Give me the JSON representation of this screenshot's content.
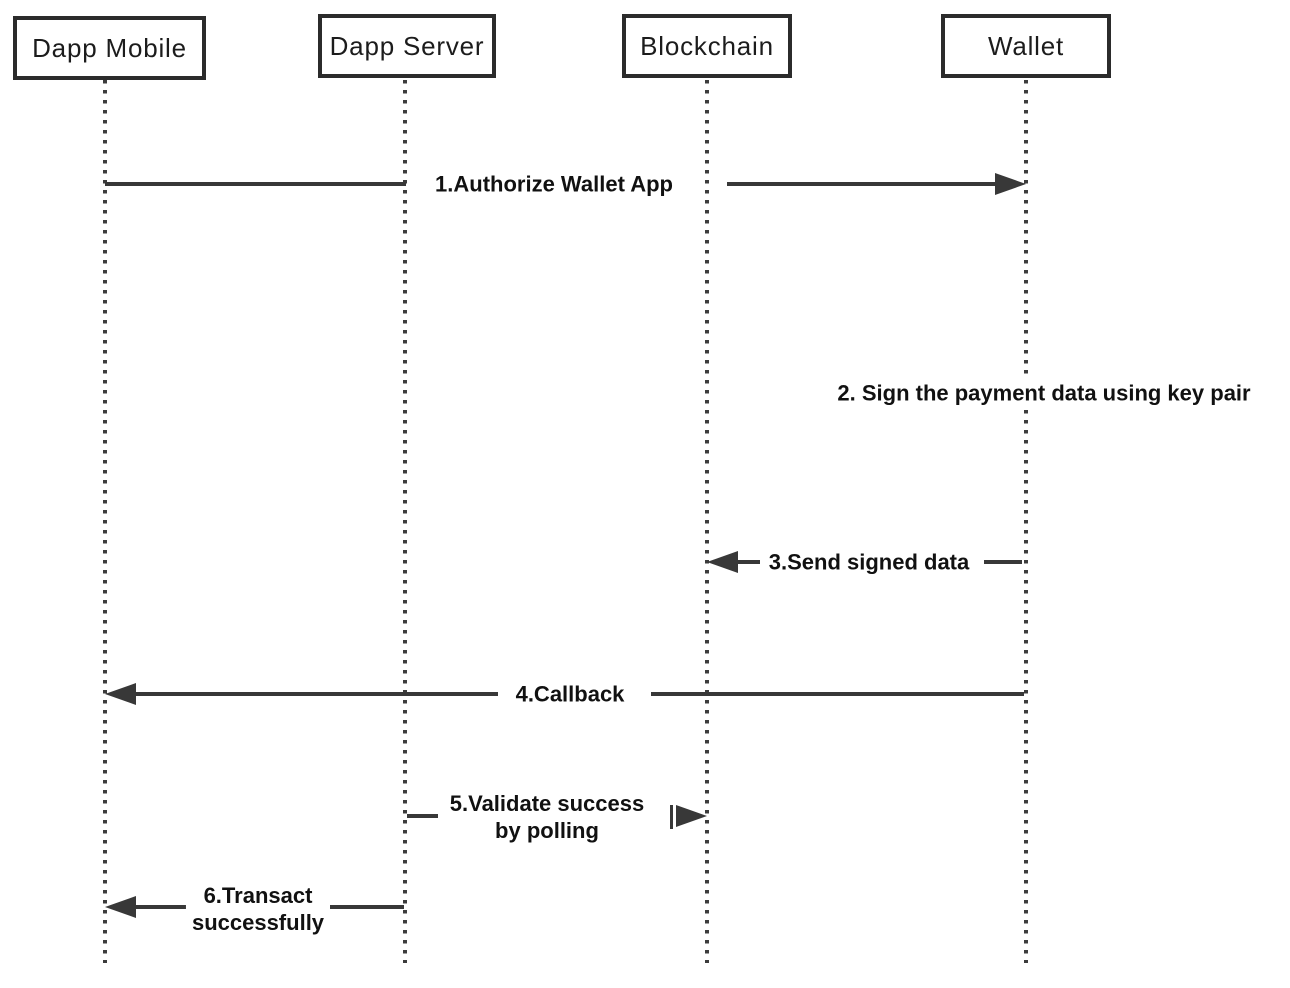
{
  "diagram": {
    "kind": "uml-sequence-diagram",
    "background": "#ffffff"
  },
  "colors": {
    "line": "#383838",
    "border": "#2b2b2b",
    "text": "#111111",
    "background": "#ffffff"
  },
  "actors": [
    {
      "label": "Dapp Mobile"
    },
    {
      "label": "Dapp Server"
    },
    {
      "label": "Blockchain"
    },
    {
      "label": "Wallet"
    }
  ],
  "messages": [
    {
      "label": "1.Authorize Wallet App",
      "from": "Dapp Mobile",
      "to": "Wallet",
      "arrow": "right"
    },
    {
      "label": "2. Sign the payment data using key pair",
      "from": "Wallet",
      "to": "Wallet",
      "arrow": "none"
    },
    {
      "label": "3.Send signed data",
      "from": "Wallet",
      "to": "Blockchain",
      "arrow": "left"
    },
    {
      "label": "4.Callback",
      "from": "Wallet",
      "to": "Dapp Mobile",
      "arrow": "left"
    },
    {
      "label": "5.Validate success by polling",
      "lines": [
        "5.Validate success",
        "by polling"
      ],
      "from": "Dapp Server",
      "to": "Blockchain",
      "arrow": "right"
    },
    {
      "label": "6.Transact successfully",
      "lines": [
        "6.Transact",
        "successfully"
      ],
      "from": "Dapp Server",
      "to": "Dapp Mobile",
      "arrow": "left"
    }
  ]
}
